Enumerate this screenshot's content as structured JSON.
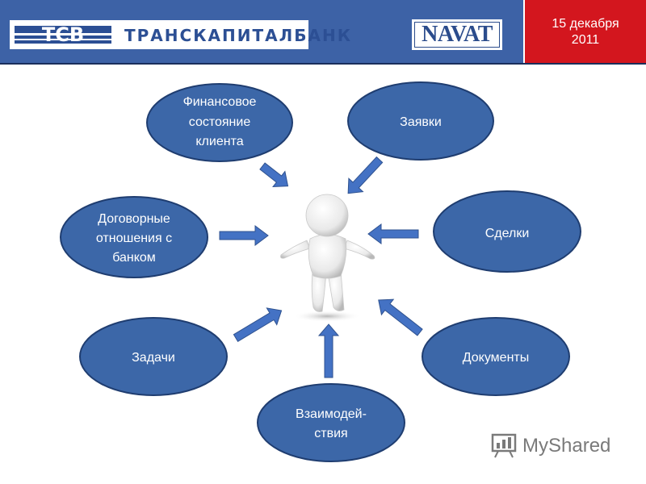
{
  "header": {
    "bank_name": "ТРАНСКАПИТАЛБАНК",
    "bank_abbrev": "TCB",
    "partner_logo": "NAVAT",
    "date_line1": "15 декабря",
    "date_line2": "2011"
  },
  "center_figure": {
    "icon": "white-person-figure-icon"
  },
  "nodes": [
    {
      "id": "fin",
      "lines": [
        "Финансовое",
        "состояние",
        "клиента"
      ]
    },
    {
      "id": "orders",
      "lines": [
        "Заявки"
      ]
    },
    {
      "id": "contract",
      "lines": [
        "Договорные",
        "отношения с",
        "банком"
      ]
    },
    {
      "id": "deals",
      "lines": [
        "Сделки"
      ]
    },
    {
      "id": "tasks",
      "lines": [
        "Задачи"
      ]
    },
    {
      "id": "docs",
      "lines": [
        "Документы"
      ]
    },
    {
      "id": "interact",
      "lines": [
        "Взаимодей-",
        "ствия"
      ]
    }
  ],
  "watermark": {
    "text": "MyShared",
    "icon": "presentation-board-icon"
  },
  "colors": {
    "header_blue": "#3d62a6",
    "header_red": "#d3161e",
    "ellipse_fill": "#3c67a8",
    "ellipse_stroke": "#1f3d70",
    "arrow_fill": "#4472c4"
  }
}
